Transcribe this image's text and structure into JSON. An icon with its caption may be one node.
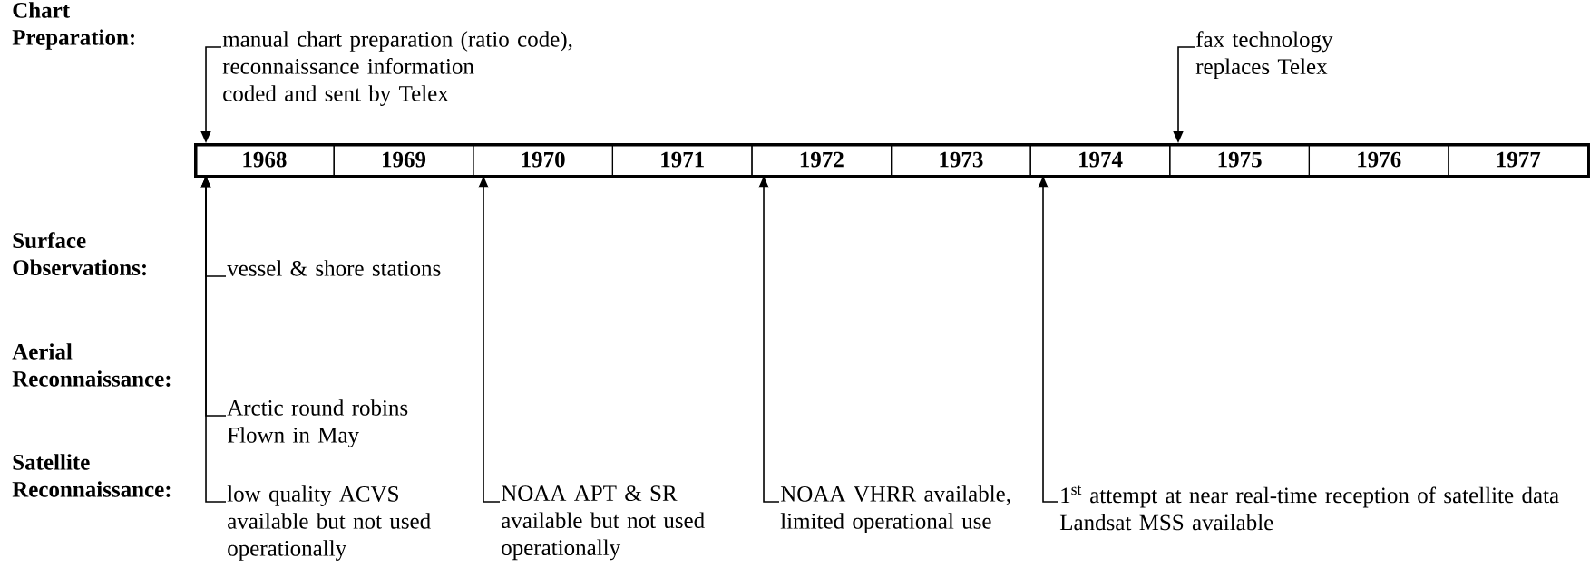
{
  "diagram": {
    "nodes": [
      {
        "text": [
          "manual chart preparation (ratio code), reconnaissance information coded and sent by Telex"
        ]
      },
      {
        "text": [
          "fax technology replaces Telex"
        ]
      },
      {
        "text": [],
        "shape": "bar"
      },
      {
        "text": [
          "1968"
        ],
        "in": 2
      },
      {
        "text": [
          "1969"
        ],
        "in": 2
      },
      {
        "text": [
          "1970"
        ],
        "in": 2
      },
      {
        "text": [
          "1971"
        ],
        "in": 2
      },
      {
        "text": [
          "1972"
        ],
        "in": 2
      },
      {
        "text": [
          "1973"
        ],
        "in": 2
      },
      {
        "text": [
          "1974"
        ],
        "in": 2
      },
      {
        "text": [
          "1975"
        ],
        "in": 2
      },
      {
        "text": [
          "1976"
        ],
        "in": 2
      },
      {
        "text": [
          "1977"
        ],
        "in": 2
      },
      {
        "text": [
          "vessel & shore stations"
        ]
      },
      {
        "text": [
          "Arctic round robins Flown in May"
        ]
      },
      {
        "text": [
          "low quality ACVS available but not used operationally"
        ]
      },
      {
        "text": [
          "NOAA APT & SR available but not used operationally"
        ]
      },
      {
        "text": [
          "NOAA VHRR available, limited operational use"
        ]
      },
      {
        "text": [
          "1$^{st}$ attempt at near real-time reception of satellite data",
          "Landsat MSS available"
        ]
      }
    ],
    "edges": [
      {
        "from": 0,
        "to": 3,
        "arrow": "to"
      },
      {
        "from": 1,
        "to": 10,
        "arrow": "to"
      },
      {
        "from": 13,
        "to": 3,
        "arrow": "to"
      },
      {
        "from": 14,
        "to": 3,
        "arrow": "to"
      },
      {
        "from": 15,
        "to": 3,
        "arrow": "to"
      },
      {
        "from": 16,
        "to": 5,
        "arrow": "to"
      },
      {
        "from": 17,
        "to": 7,
        "arrow": "to"
      },
      {
        "from": 18,
        "to": 9,
        "arrow": "to"
      }
    ],
    "labels": [
      "Chart Preparation:",
      "Surface Observations:",
      "Aerial Reconnaissance:",
      "Satellite Reconnaissance:"
    ]
  }
}
